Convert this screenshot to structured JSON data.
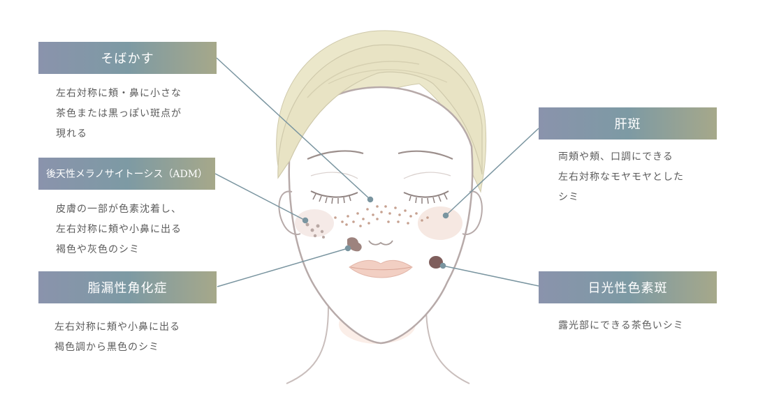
{
  "labels": {
    "freckles": {
      "title": "そばかす",
      "lines": [
        "左右対称に頬・鼻に小さな",
        "茶色または黒っぽい斑点が",
        "現れる"
      ]
    },
    "adm": {
      "title": "後天性メラノサイトーシス（ADM）",
      "lines": [
        "皮膚の一部が色素沈着し、",
        "左右対称に頬や小鼻に出る",
        "褐色や灰色のシミ"
      ]
    },
    "seborrheic": {
      "title": "脂漏性角化症",
      "lines": [
        "左右対称に頬や小鼻に出る",
        "褐色調から黒色のシミ"
      ]
    },
    "melasma": {
      "title": "肝斑",
      "lines": [
        "両頬や頬、口調にできる",
        "左右対称なモヤモヤとした",
        "シミ"
      ]
    },
    "solar": {
      "title": "日光性色素斑",
      "lines": [
        "露光部にできる茶色いシミ"
      ]
    }
  },
  "colors": {
    "gradient_start": "#8a93ac",
    "gradient_mid": "#7d9aa4",
    "gradient_end": "#a6a88a",
    "connector": "#7a95a0",
    "hair": "#e9e5c7",
    "face_outline": "#b7aaa9",
    "lips": "#f2cfc3",
    "spot_dark": "#8b6a66"
  }
}
